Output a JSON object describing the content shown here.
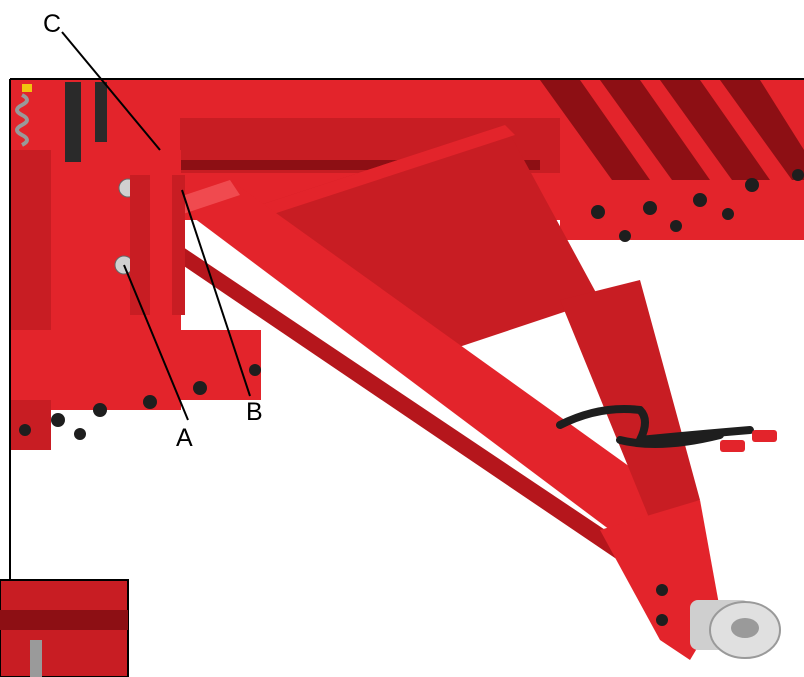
{
  "callouts": {
    "a": "A",
    "b": "B",
    "c": "C"
  },
  "colors": {
    "machine_red": "#e3242b",
    "machine_shadow": "#b5161c",
    "machine_dark": "#8d0f14",
    "plate_red": "#c81d23",
    "hose_black": "#1e1e1e",
    "steel_grey": "#cfcfcf",
    "background": "#ffffff",
    "frame_line": "#000000"
  }
}
